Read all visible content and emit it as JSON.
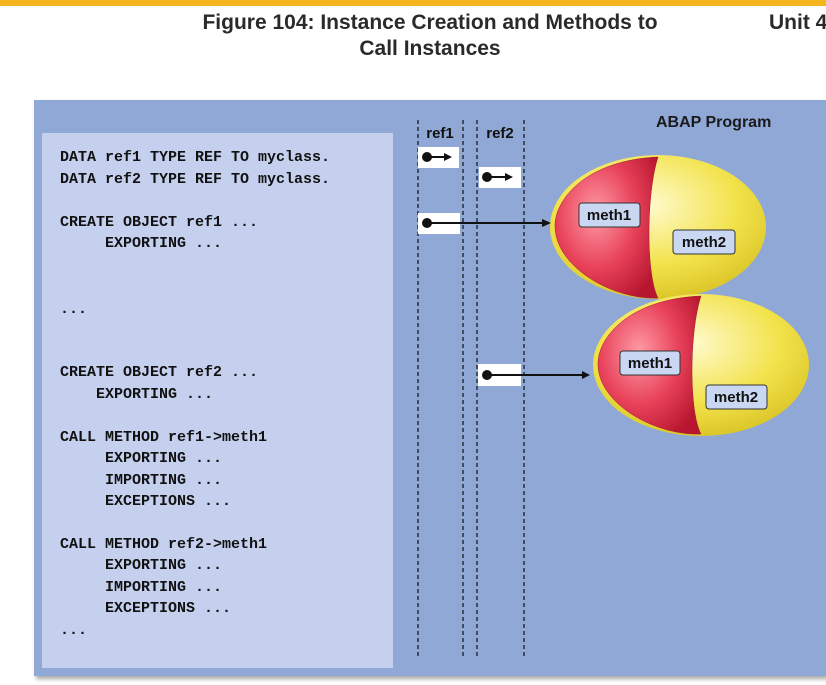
{
  "header": {
    "title_line1": "Figure 104: Instance Creation and Methods to",
    "title_line2": "Call Instances",
    "unit": "Unit 4"
  },
  "diagram": {
    "program_label": "ABAP Program",
    "ref_columns": [
      "ref1",
      "ref2"
    ],
    "code_lines": [
      "DATA ref1 TYPE REF TO myclass.",
      "DATA ref2 TYPE REF TO myclass.",
      "CREATE OBJECT ref1 ...",
      "     EXPORTING ...",
      "...",
      "CREATE OBJECT ref2 ...",
      "    EXPORTING ...",
      "CALL METHOD ref1->meth1",
      "     EXPORTING ...",
      "     IMPORTING ...",
      "     EXCEPTIONS ...",
      "CALL METHOD ref2->meth1",
      "     EXPORTING ...",
      "     IMPORTING ...",
      "     EXCEPTIONS ...",
      "..."
    ],
    "object1": {
      "method_a": "meth1",
      "method_b": "meth2"
    },
    "object2": {
      "method_a": "meth1",
      "method_b": "meth2"
    }
  },
  "colors": {
    "accent_bar": "#f5b51d",
    "panel": "#90a8d6",
    "code_box": "#c5d0ee",
    "object_red": "#e8425a",
    "object_yellow": "#f2e24a"
  }
}
